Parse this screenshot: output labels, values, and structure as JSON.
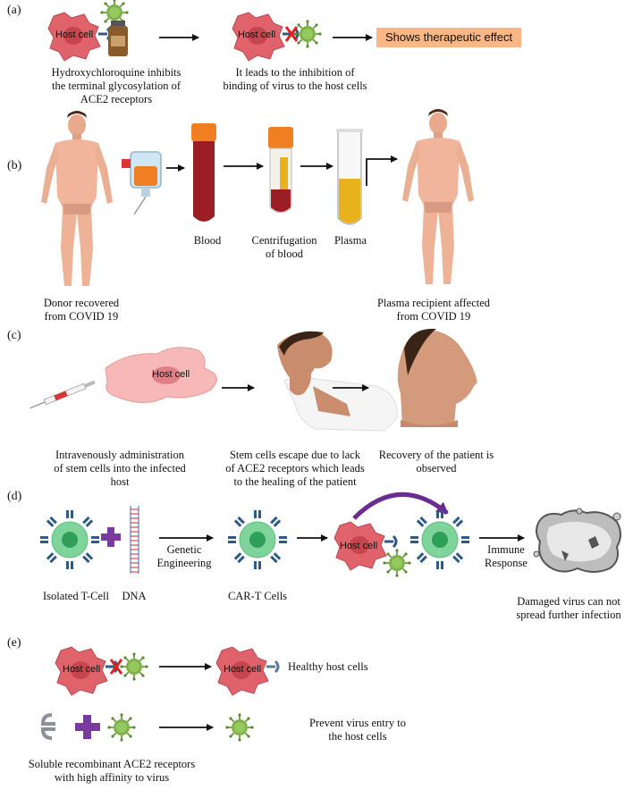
{
  "panels": {
    "a": {
      "label": "(a)",
      "cell_label_1": "Host cell",
      "cell_label_2": "Host cell",
      "caption_1": [
        "Hydroxychloroquine inhibits",
        "the terminal glycosylation of",
        "ACE2 receptors"
      ],
      "caption_2": [
        "It leads to the inhibition of",
        "binding of virus to the host cells"
      ],
      "effect_box": "Shows therapeutic effect"
    },
    "b": {
      "label": "(b)",
      "blood": "Blood",
      "centrifugation": [
        "Centrifugation",
        "of blood"
      ],
      "plasma": "Plasma",
      "donor": [
        "Donor recovered",
        "from COVID 19"
      ],
      "recipient": [
        "Plasma recipient affected",
        "from COVID 19"
      ]
    },
    "c": {
      "label": "(c)",
      "cell_label": "Host cell",
      "caption_1": [
        "Intravenously administration",
        "of stem cells into the infected",
        "host"
      ],
      "caption_2": [
        "Stem cells escape due to lack",
        "of ACE2 receptors which leads",
        "to the healing of the patient"
      ],
      "caption_3": [
        "Recovery of the patient is",
        "observed"
      ]
    },
    "d": {
      "label": "(d)",
      "tcell": "Isolated T-Cell",
      "dna": "DNA",
      "genetic": [
        "Genetic",
        "Engineering"
      ],
      "cart": "CAR-T Cells",
      "cell_label": "Host cell",
      "immune": [
        "Immune",
        "Response"
      ],
      "damaged": [
        "Damaged virus can not",
        "spread further infection"
      ]
    },
    "e": {
      "label": "(e)",
      "cell_label_1": "Host cell",
      "cell_label_2": "Host cell",
      "healthy": "Healthy host cells",
      "prevent": [
        "Prevent virus entry to",
        "the host cells"
      ],
      "soluble": [
        "Soluble recombinant ACE2 receptors",
        "with high affinity to virus"
      ]
    }
  },
  "colors": {
    "host_cell": "#e0626a",
    "host_nucleus": "#c7454c",
    "virus": "#7fb24a",
    "tcell": "#7ed49a",
    "tcell_nucleus": "#2e9e58",
    "receptor": "#2f5a86",
    "plus": "#7b3aa0",
    "cross": "#e02020",
    "effect_box": "#f9b785",
    "blood": "#9c1d24",
    "plasma": "#e7b21c",
    "cap": "#f07f22",
    "skin": "#f0b59a"
  },
  "icons": [
    "host-cell-icon",
    "virus-icon",
    "drug-bottle-icon",
    "receptor-icon",
    "cross-mark-icon",
    "human-body-icon",
    "iv-bag-icon",
    "test-tube-icon",
    "syringe-icon",
    "coughing-person-icon",
    "recovered-head-icon",
    "t-cell-icon",
    "dna-strand-icon",
    "plus-icon",
    "curved-arrow-icon",
    "damaged-virus-icon",
    "antibody-icon"
  ]
}
